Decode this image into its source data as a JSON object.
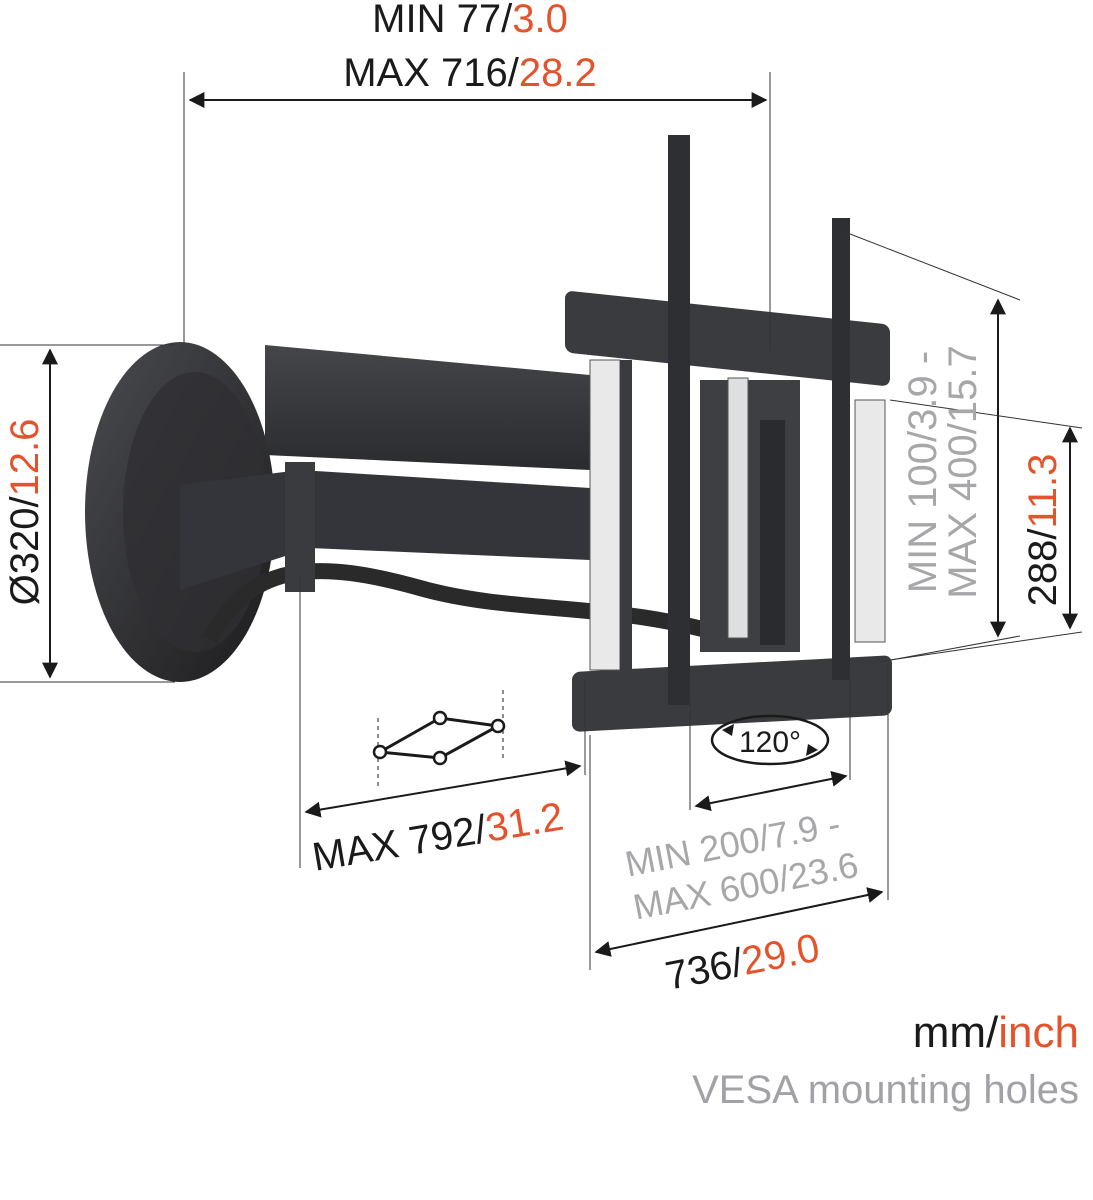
{
  "colors": {
    "dimension_black": "#1a1a1a",
    "inch_red": "#e4532b",
    "vesa_grey": "#a7a7aa",
    "mount_dark": "#2b2c2f"
  },
  "dimensions": {
    "arm_reach": {
      "min_label": "MIN 77/",
      "min_inch": "3.0",
      "max_label": "MAX 716/",
      "max_inch": "28.2"
    },
    "wall_plate_diameter": {
      "mm": "Ø320/",
      "inch": "12.6"
    },
    "vesa_vertical": {
      "min": "MIN 100/3.9 -",
      "max": "MAX 400/15.7"
    },
    "height": {
      "mm": "288/",
      "inch": "11.3"
    },
    "max_extension": {
      "mm": "MAX 792/",
      "inch": "31.2"
    },
    "vesa_horizontal": {
      "min": "MIN 200/7.9 -",
      "max": "MAX 600/23.6"
    },
    "width": {
      "mm": "736/",
      "inch": "29.0"
    },
    "rotation": "120°"
  },
  "legend": {
    "unit_mm": "mm/",
    "unit_inch": "inch",
    "vesa_note": "VESA mounting holes"
  }
}
